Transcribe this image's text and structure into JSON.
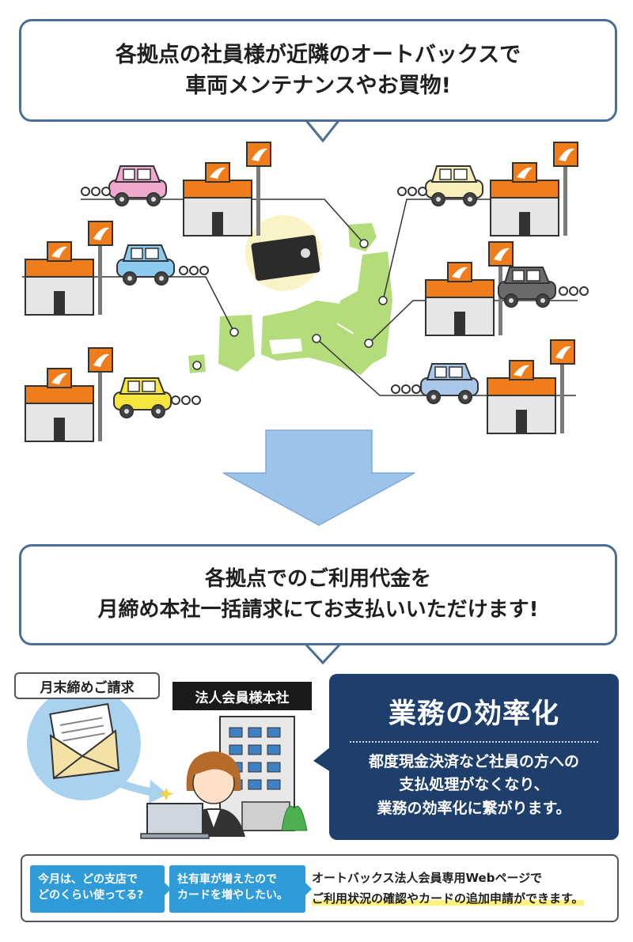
{
  "top_bubble": {
    "line1": "各拠点の社員様が近隣のオートバックスで",
    "line2": "車両メンテナンスやお買物!"
  },
  "mid_bubble": {
    "line1": "各拠点でのご利用代金を",
    "line2": "月締め本社一括請求にてお支払いいただけます!"
  },
  "tags": {
    "monthly_billing": "月末締めご請求",
    "hq": "法人会員様本社"
  },
  "efficiency": {
    "title": "業務の効率化",
    "body_line1": "都度現金決済など社員の方への",
    "body_line2": "支払処理がなくなり、",
    "body_line3": "業務の効率化に繋がります。"
  },
  "bottom": {
    "q1_line1": "今月は、どの支店で",
    "q1_line2": "どのくらい使ってる?",
    "q2_line1": "社有車が増えたので",
    "q2_line2": "カードを増やしたい。",
    "web_line1": "オートバックス法人会員専用Webページで",
    "web_line2": "ご利用状況の確認やカードの追加申請ができます。"
  },
  "colors": {
    "bubble_border": "#4a6f96",
    "store_orange": "#f07d1a",
    "map_green": "#b5dc7b",
    "arrow_blue": "#9cc3ea",
    "navy": "#1e3f6b",
    "question_blue": "#2f9bd8",
    "car_pink": "#f0a8cf",
    "car_blue": "#8ccbf0",
    "car_yellow": "#f6e63d",
    "car_cream": "#f6efb9",
    "car_gray": "#6b6b6b",
    "car_lightblue": "#a9c7ea"
  },
  "icons": {
    "store": "store-icon",
    "car": "car-icon",
    "card": "credit-card-icon",
    "map": "japan-map-icon",
    "down_arrow": "down-arrow-icon",
    "envelope": "envelope-icon",
    "building": "office-building-icon",
    "person": "office-worker-icon"
  }
}
